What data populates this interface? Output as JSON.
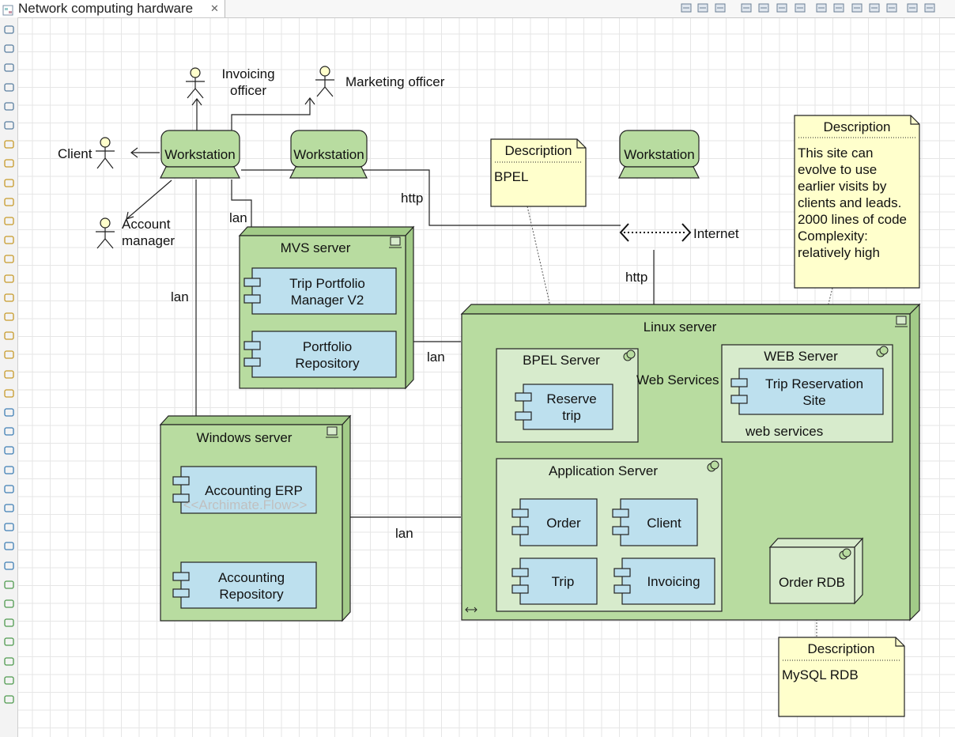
{
  "editor": {
    "tab_title": "Network computing hardware"
  },
  "toolbar": {
    "icons": [
      "zoom-in-icon",
      "zoom-fit-icon",
      "zoom-out-icon",
      "print-icon",
      "save-icon",
      "screenshot-icon",
      "export-icon",
      "align-left-icon",
      "align-center-icon",
      "align-right-icon",
      "align-top-icon",
      "align-middle-icon",
      "align-bottom-icon",
      "more-icon"
    ]
  },
  "palette": {
    "icons": [
      "arrow-left-icon",
      "select-icon",
      "marquee-icon",
      "connector-icon",
      "folder-icon",
      "location-icon",
      "group-icon",
      "actor-icon",
      "role-icon",
      "collaboration-icon",
      "interface-icon",
      "process-icon",
      "function-icon",
      "interaction-icon",
      "event-icon",
      "service-icon",
      "object-icon",
      "contract-icon",
      "representation-icon",
      "product-icon",
      "component-icon",
      "collaboration-icon",
      "interface-icon",
      "process-icon",
      "function-icon",
      "interaction-icon",
      "event-icon",
      "service-icon",
      "data-object-icon",
      "node-icon",
      "device-icon",
      "system-software-icon",
      "network-icon",
      "path-icon",
      "folder-icon",
      "folder-icon"
    ]
  },
  "diagram": {
    "actors": {
      "invoicing": "Invoicing\nofficer",
      "marketing": "Marketing officer",
      "client": "Client",
      "account": "Account\nmanager"
    },
    "workstations": [
      "Workstation",
      "Workstation",
      "Workstation"
    ],
    "nodes": {
      "mvs": "MVS server",
      "windows": "Windows server",
      "linux": "Linux server",
      "order_rdb": "Order RDB"
    },
    "servers": {
      "bpel": "BPEL Server",
      "web": "WEB Server",
      "app": "Application Server"
    },
    "components": {
      "trip_portfolio": "Trip Portfolio\nManager V2",
      "portfolio_repo": "Portfolio\nRepository",
      "accounting_erp": "Accounting ERP",
      "accounting_repo": "Accounting\nRepository",
      "reserve_trip": "Reserve\ntrip",
      "trip_reservation": "Trip Reservation\nSite",
      "order": "Order",
      "client": "Client",
      "trip": "Trip",
      "invoicing": "Invoicing"
    },
    "notes": {
      "bpel": {
        "title": "Description",
        "body": "BPEL"
      },
      "site": {
        "title": "Description",
        "body": "This site can\nevolve to use\nearlier visits by\nclients and leads.\n2000 lines of code\nComplexity:\nrelatively high"
      },
      "mysql": {
        "title": "Description",
        "body": "MySQL RDB"
      }
    },
    "labels": {
      "internet": "Internet",
      "http1": "http",
      "http2": "http",
      "lan_top": "lan",
      "lan_left": "lan",
      "lan_mid": "lan",
      "lan_bottom": "lan",
      "web_services_conn": "Web Services",
      "web_services_inner": "web services",
      "archimate_flow": "<<Archimate.Flow>>"
    },
    "colors": {
      "node_fill": "#b8dca0",
      "node_side": "#a2cb88",
      "server_fill": "#d7ebcc",
      "component_fill": "#bde0ee",
      "note_fill": "#ffffcc",
      "stroke": "#222222"
    }
  }
}
